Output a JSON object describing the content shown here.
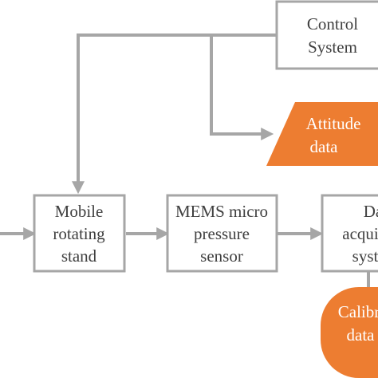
{
  "colors": {
    "line": "#a6a6a6",
    "box_border": "#a6a6a6",
    "accent": "#ed7d31",
    "text_dark": "#404040",
    "text_light": "#ffffff"
  },
  "nodes": {
    "control_system": {
      "line1": "Control",
      "line2": "System"
    },
    "attitude_data": {
      "line1": "Attitude",
      "line2": "data"
    },
    "mobile_stand": {
      "line1": "Mobile",
      "line2": "rotating",
      "line3": "stand"
    },
    "mems_sensor": {
      "line1": "MEMS micro",
      "line2": "pressure",
      "line3": "sensor"
    },
    "data_acq": {
      "line1": "Da",
      "line2": "acqui",
      "line3": "syst"
    },
    "calibration_data": {
      "line1": "Calibr",
      "line2": "data"
    }
  }
}
